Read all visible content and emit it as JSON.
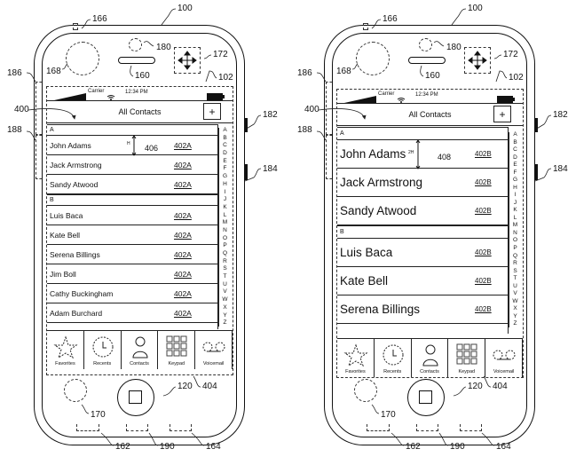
{
  "figures": [
    {
      "id": "compact",
      "refs": {
        "device": "100",
        "top_port": "166",
        "proximity": "180",
        "speaker": "160",
        "camera": "168",
        "sensor": "172",
        "screen": "102",
        "volume_area": "186",
        "header_arrow": "400",
        "side_area": "188",
        "button_top": "182",
        "button_bottom": "184",
        "tab_bar": "404",
        "home": "120",
        "mic": "170",
        "port_left": "162",
        "port_mid": "190",
        "port_right": "164",
        "row_height_ref": "406"
      },
      "row_height_label": "H",
      "status": {
        "carrier": "Carrier",
        "time": "12:34 PM"
      },
      "header": {
        "title": "All Contacts",
        "add": "+"
      },
      "sections": [
        {
          "letter": "A",
          "contacts": [
            {
              "name": "John Adams",
              "code": "402A"
            },
            {
              "name": "Jack Armstrong",
              "code": "402A"
            },
            {
              "name": "Sandy Atwood",
              "code": "402A"
            }
          ]
        },
        {
          "letter": "B",
          "contacts": [
            {
              "name": "Luis Baca",
              "code": "402A"
            },
            {
              "name": "Kate Bell",
              "code": "402A"
            },
            {
              "name": "Serena Billings",
              "code": "402A"
            },
            {
              "name": "Jim Boll",
              "code": "402A"
            },
            {
              "name": "Cathy Buckingham",
              "code": "402A"
            },
            {
              "name": "Adam Burchard",
              "code": "402A"
            }
          ]
        }
      ]
    },
    {
      "id": "large",
      "refs": {
        "device": "100",
        "top_port": "166",
        "proximity": "180",
        "speaker": "160",
        "camera": "168",
        "sensor": "172",
        "screen": "102",
        "volume_area": "186",
        "header_arrow": "400",
        "side_area": "188",
        "button_top": "182",
        "button_bottom": "184",
        "tab_bar": "404",
        "home": "120",
        "mic": "170",
        "port_left": "162",
        "port_mid": "190",
        "port_right": "164",
        "row_height_ref": "408"
      },
      "row_height_label": "2H",
      "status": {
        "carrier": "Carrier",
        "time": "12:34 PM"
      },
      "header": {
        "title": "All Contacts",
        "add": "+"
      },
      "sections": [
        {
          "letter": "A",
          "contacts": [
            {
              "name": "John Adams",
              "code": "402B"
            },
            {
              "name": "Jack Armstrong",
              "code": "402B"
            },
            {
              "name": "Sandy Atwood",
              "code": "402B"
            }
          ]
        },
        {
          "letter": "B",
          "contacts": [
            {
              "name": "Luis Baca",
              "code": "402B"
            },
            {
              "name": "Kate Bell",
              "code": "402B"
            },
            {
              "name": "Serena Billings",
              "code": "402B"
            }
          ]
        }
      ]
    }
  ],
  "index_letters": [
    "A",
    "B",
    "C",
    "D",
    "E",
    "F",
    "G",
    "H",
    "I",
    "J",
    "K",
    "L",
    "M",
    "N",
    "O",
    "P",
    "Q",
    "R",
    "S",
    "T",
    "U",
    "V",
    "W",
    "X",
    "Y",
    "Z"
  ],
  "tabs": [
    {
      "label": "Favorites",
      "icon": "star-icon"
    },
    {
      "label": "Recents",
      "icon": "clock-icon"
    },
    {
      "label": "Contacts",
      "icon": "person-icon"
    },
    {
      "label": "Keypad",
      "icon": "keypad-icon"
    },
    {
      "label": "Voicemail",
      "icon": "voicemail-icon"
    }
  ]
}
